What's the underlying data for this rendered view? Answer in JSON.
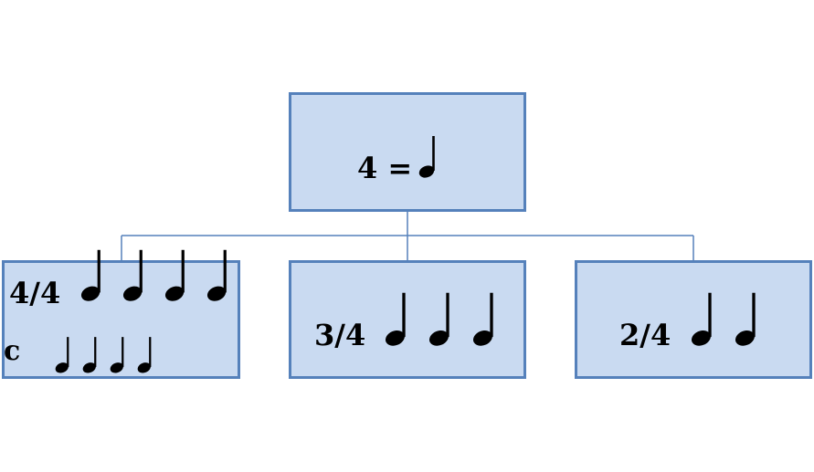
{
  "diagram": {
    "root": {
      "label": "4 =",
      "notes": 1
    },
    "children": [
      {
        "id": "44",
        "label": "4/4",
        "notes": 4,
        "alt_label": "c",
        "alt_notes": 4
      },
      {
        "id": "34",
        "label": "3/4",
        "notes": 3
      },
      {
        "id": "24",
        "label": "2/4",
        "notes": 2
      }
    ]
  },
  "colors": {
    "box_fill": "#c9daf1",
    "box_border": "#5581bb",
    "connector": "#5581bb",
    "note": "#000000"
  },
  "icons": {
    "note": "quarter-note-icon"
  }
}
